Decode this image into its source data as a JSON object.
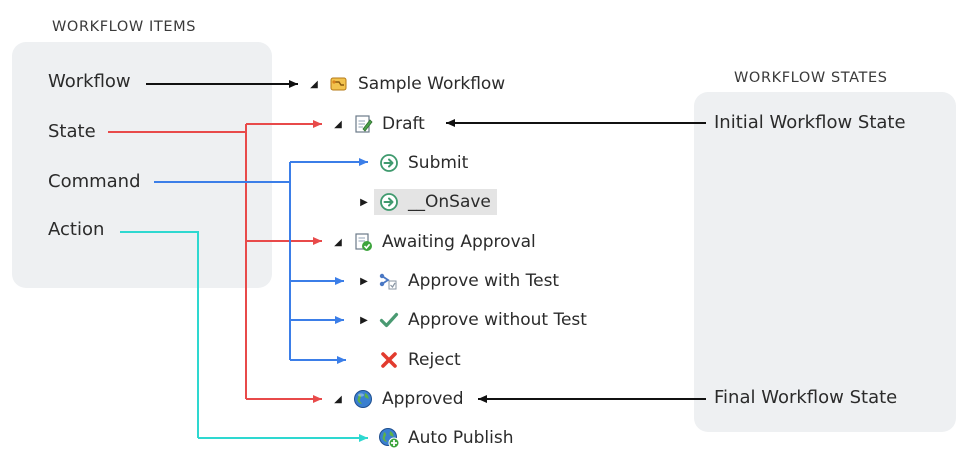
{
  "items_heading": "WORKFLOW ITEMS",
  "states_heading": "WORKFLOW STATES",
  "legend": {
    "workflow": "Workflow",
    "state": "State",
    "command": "Command",
    "action": "Action"
  },
  "states": {
    "initial": "Initial Workflow State",
    "final": "Final Workflow State"
  },
  "tree": {
    "sample_workflow": "Sample Workflow",
    "draft": "Draft",
    "submit": "Submit",
    "onsave": "__OnSave",
    "awaiting_approval": "Awaiting Approval",
    "approve_with_test": "Approve with Test",
    "approve_without_test": "Approve without Test",
    "reject": "Reject",
    "approved": "Approved",
    "auto_publish": "Auto Publish"
  },
  "colors": {
    "workflow": "#111111",
    "state": "#e84a4a",
    "command": "#3b7ee8",
    "action": "#2ed8d0",
    "panel": "#eef0f2"
  }
}
